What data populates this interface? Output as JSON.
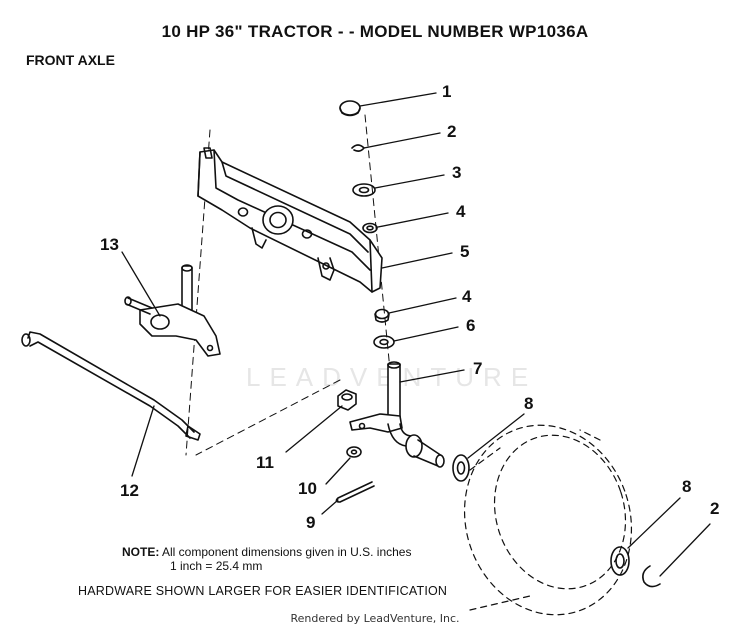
{
  "title": "10 HP 36\" TRACTOR - - MODEL NUMBER WP1036A",
  "section": "FRONT AXLE",
  "callouts": {
    "c1": "1",
    "c2a": "2",
    "c3": "3",
    "c4a": "4",
    "c5": "5",
    "c4b": "4",
    "c6": "6",
    "c7": "7",
    "c8a": "8",
    "c13": "13",
    "c11": "11",
    "c12": "12",
    "c10": "10",
    "c9": "9",
    "c8b": "8",
    "c2b": "2"
  },
  "note": {
    "label": "NOTE:",
    "line1": "All component dimensions given in U.S. inches",
    "line2": "1 inch = 25.4 mm"
  },
  "hardware_note": "HARDWARE SHOWN LARGER FOR EASIER IDENTIFICATION",
  "watermark": "LEADVENTURE",
  "footer": "Rendered by LeadVenture, Inc."
}
